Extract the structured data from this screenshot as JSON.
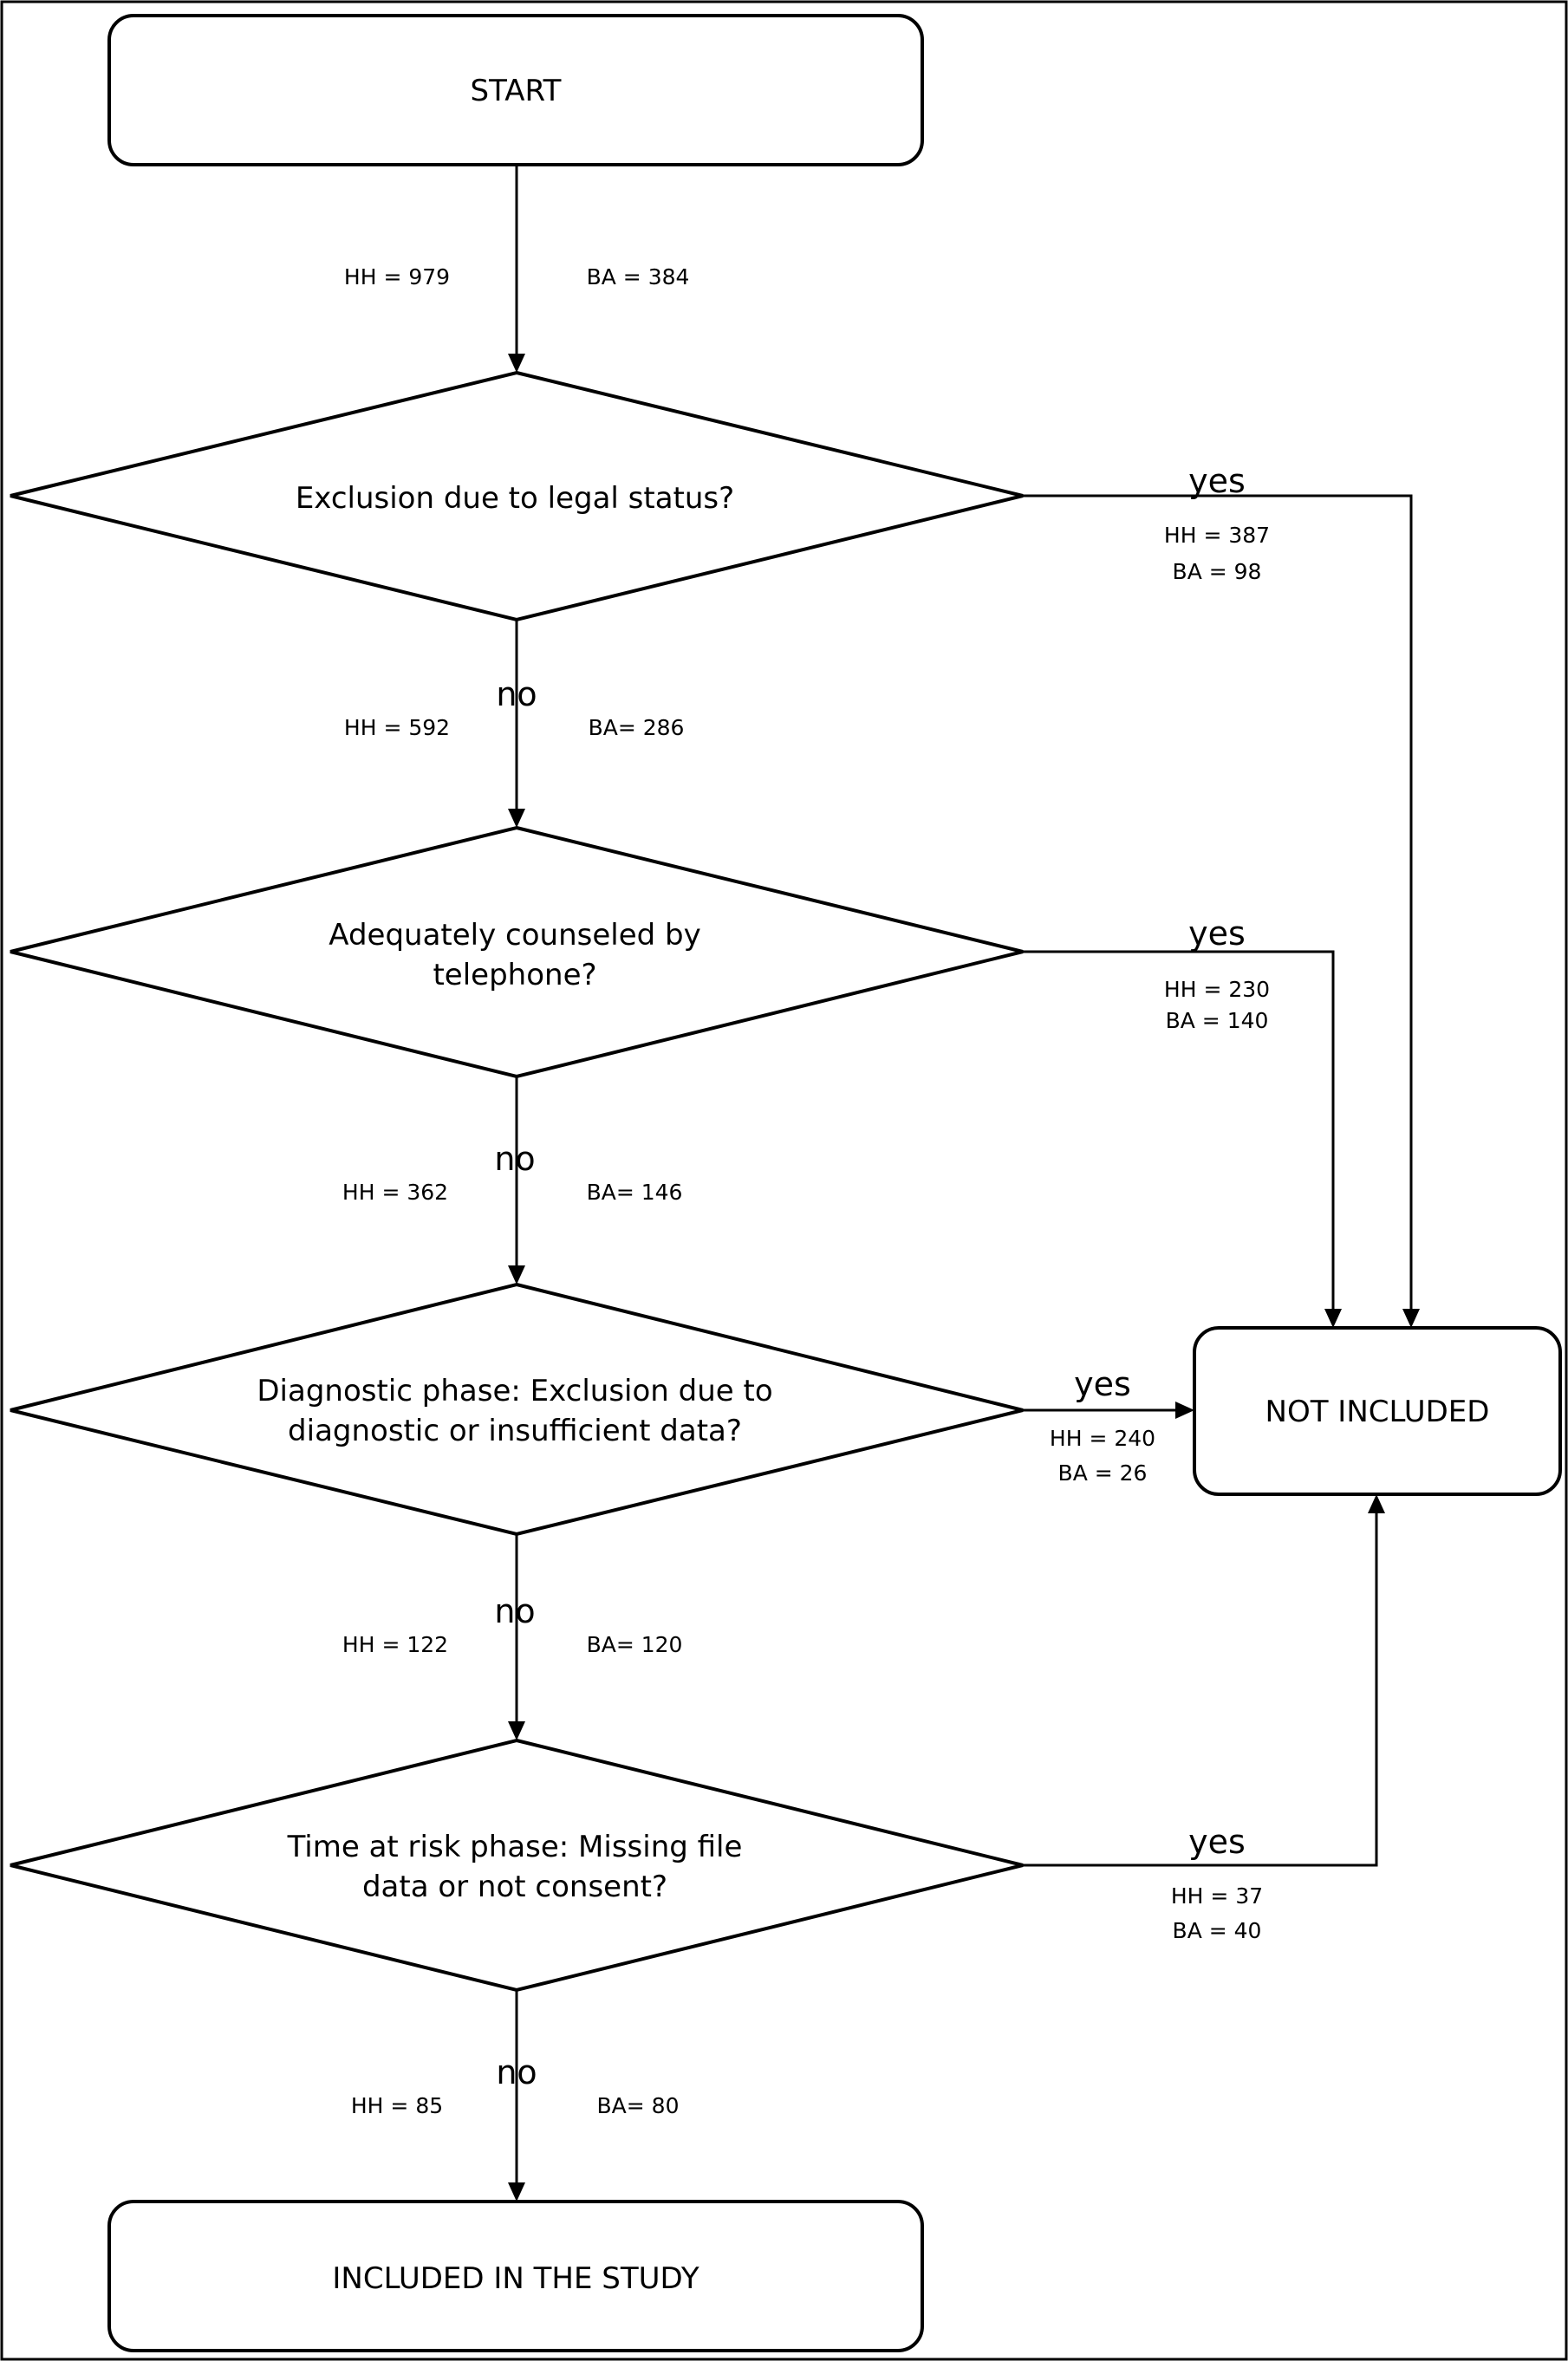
{
  "nodes": {
    "start": "START",
    "q1": [
      "Exclusion due to legal status?"
    ],
    "q2": [
      "Adequately counseled by",
      "telephone?"
    ],
    "q3": [
      "Diagnostic phase: Exclusion due to",
      "diagnostic or insufficient data?"
    ],
    "q4": [
      "Time at risk phase: Missing file",
      "data or not consent?"
    ],
    "not_included": "NOT INCLUDED",
    "included": "INCLUDED IN THE STUDY"
  },
  "branches": {
    "yes": "yes",
    "no": "no"
  },
  "flows": {
    "start_to_q1": {
      "hh": "HH = 979",
      "ba": "BA = 384"
    },
    "q1_no": {
      "hh": "HH = 592",
      "ba": "BA= 286"
    },
    "q1_yes": {
      "hh": "HH = 387",
      "ba": "BA = 98"
    },
    "q2_no": {
      "hh": "HH = 362",
      "ba": "BA= 146"
    },
    "q2_yes": {
      "hh": "HH = 230",
      "ba": "BA = 140"
    },
    "q3_no": {
      "hh": "HH = 122",
      "ba": "BA= 120"
    },
    "q3_yes": {
      "hh": "HH = 240",
      "ba": "BA = 26"
    },
    "q4_no": {
      "hh": "HH = 85",
      "ba": "BA= 80"
    },
    "q4_yes": {
      "hh": "HH = 37",
      "ba": "BA = 40"
    }
  }
}
